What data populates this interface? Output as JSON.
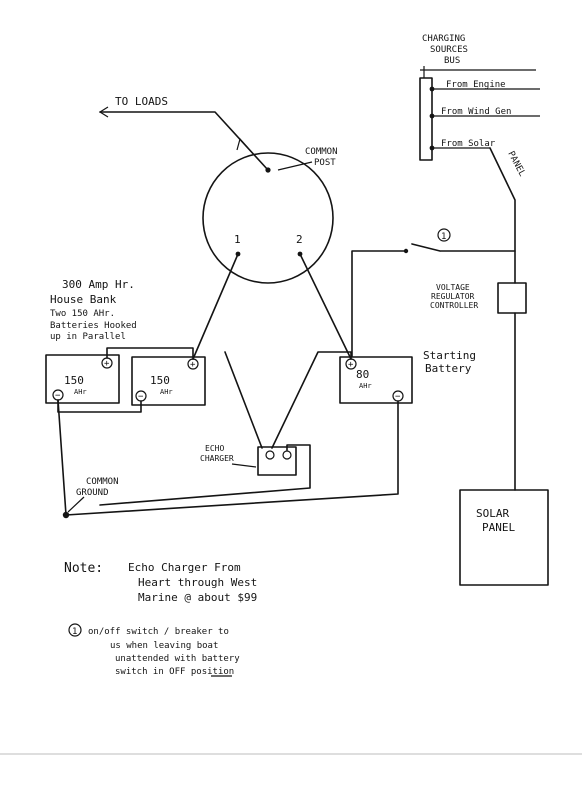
{
  "bus": {
    "title_line1": "CHARGING",
    "title_line2": "SOURCES",
    "title_line3": "BUS",
    "from_engine": "From Engine",
    "from_wind": "From Wind Gen",
    "from_solar": "From Solar",
    "panel": "PANEL"
  },
  "loads": {
    "label": "TO LOADS"
  },
  "post": {
    "line1": "COMMON",
    "line2": "POST"
  },
  "switch": {
    "pos1": "1",
    "pos2": "2",
    "breaker_marker": "1"
  },
  "regulator": {
    "line1": "VOLTAGE",
    "line2": "REGULATOR",
    "line3": "CONTROLLER"
  },
  "house_bank": {
    "line1": "300 Amp Hr.",
    "line2": "House Bank",
    "line3": "Two 150 AHr.",
    "line4": "Batteries Hooked",
    "line5": "up in Parallel"
  },
  "batteries": [
    {
      "capacity": "150",
      "unit": "AHr"
    },
    {
      "capacity": "150",
      "unit": "AHr"
    },
    {
      "capacity": "80",
      "unit": "AHr"
    }
  ],
  "starting": {
    "line1": "Starting",
    "line2": "Battery"
  },
  "echo": {
    "line1": "ECHO",
    "line2": "CHARGER"
  },
  "ground": {
    "line1": "COMMON",
    "line2": "GROUND"
  },
  "solar_panel": {
    "line1": "SOLAR",
    "line2": "PANEL"
  },
  "terminals": {
    "plus": "+",
    "minus": "−"
  },
  "note": {
    "label": "Note:",
    "line1": "Echo Charger From",
    "line2": "Heart through West",
    "line3": "Marine @ about $99",
    "marker": "1",
    "item1": "on/off switch / breaker to",
    "item2": "us when leaving boat",
    "item3": "unattended with battery",
    "item4": "switch in OFF position"
  }
}
